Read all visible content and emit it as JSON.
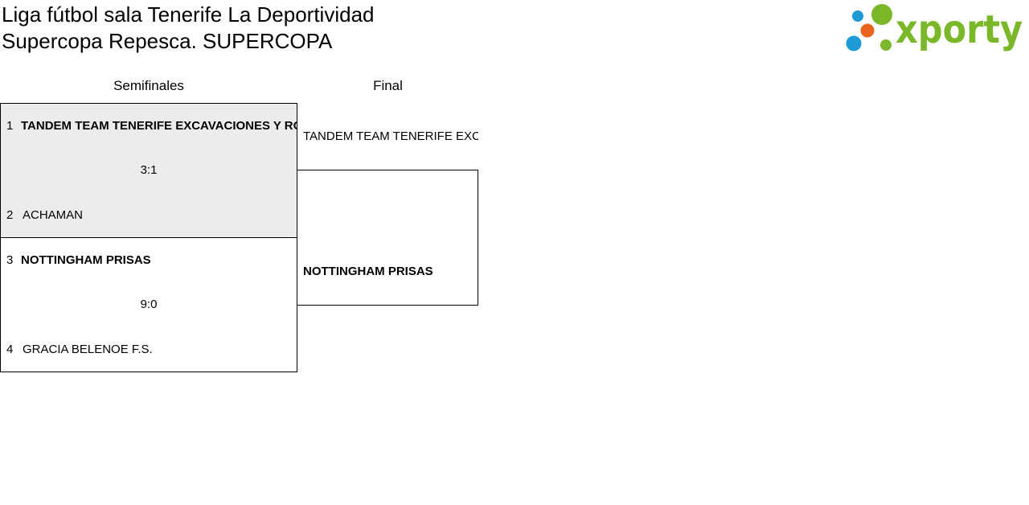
{
  "title": {
    "line1": "Liga fútbol sala Tenerife La Deportividad",
    "line2": "Supercopa Repesca. SUPERCOPA"
  },
  "logo": {
    "text": "xporty",
    "colors": {
      "text": "#7ab829",
      "dot_green": "#7ab829",
      "dot_blue": "#1e9ad6",
      "dot_orange": "#e8631b"
    }
  },
  "rounds": {
    "semifinals": "Semifinales",
    "final": "Final"
  },
  "semifinals": [
    {
      "top": {
        "seed": "1",
        "name": "TANDEM TEAM TENERIFE EXCAVACIONES Y RODRIGUEZ"
      },
      "score": "3:1",
      "bottom": {
        "seed": "2",
        "name": "ACHAMAN"
      }
    },
    {
      "top": {
        "seed": "3",
        "name": "NOTTINGHAM PRISAS"
      },
      "score": "9:0",
      "bottom": {
        "seed": "4",
        "name": "GRACIA BELENOE F.S."
      }
    }
  ],
  "final": {
    "top": "TANDEM TEAM TENERIFE EXCAVACIONES Y RODRIGUEZ",
    "bottom": "NOTTINGHAM PRISAS"
  }
}
